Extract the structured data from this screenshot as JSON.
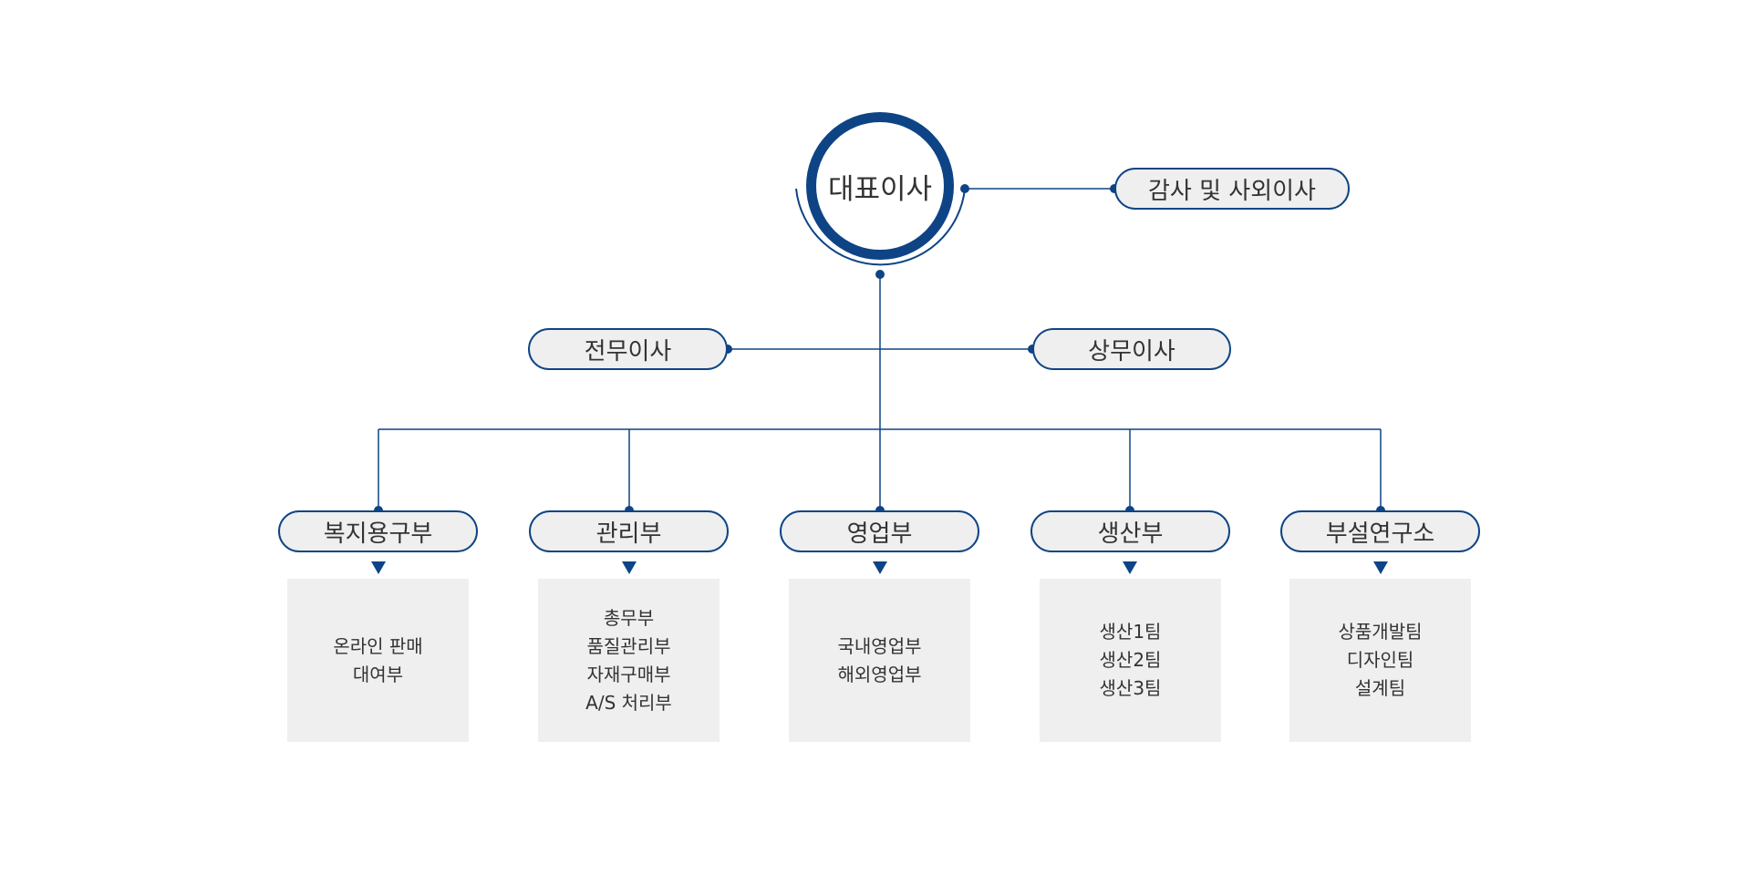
{
  "org": {
    "ceo": "대표이사",
    "auditor": "감사 및 사외이사",
    "executives": {
      "left": "전무이사",
      "right": "상무이사"
    },
    "departments": [
      {
        "label": "복지용구부",
        "teams": [
          "온라인 판매",
          "대여부"
        ]
      },
      {
        "label": "관리부",
        "teams": [
          "총무부",
          "품질관리부",
          "자재구매부",
          "A/S 처리부"
        ]
      },
      {
        "label": "영업부",
        "teams": [
          "국내영업부",
          "해외영업부"
        ]
      },
      {
        "label": "생산부",
        "teams": [
          "생산1팀",
          "생산2팀",
          "생산3팀"
        ]
      },
      {
        "label": "부설연구소",
        "teams": [
          "상품개발팀",
          "디자인팀",
          "설계팀"
        ]
      }
    ]
  },
  "colors": {
    "accent": "#0e4486",
    "box_fill": "#efefef",
    "text": "#333333"
  }
}
